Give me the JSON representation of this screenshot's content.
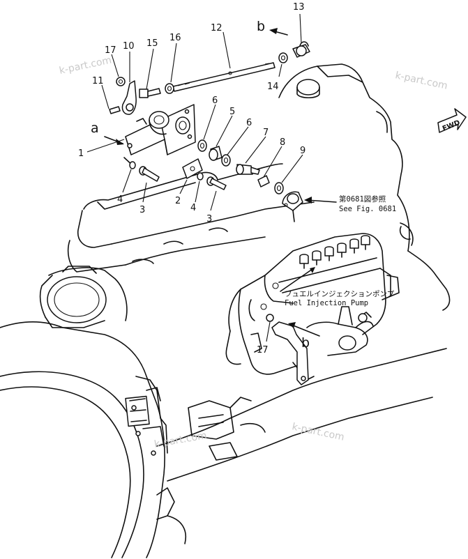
{
  "callouts": {
    "c1": "1",
    "c2": "2",
    "c3a": "3",
    "c3b": "3",
    "c4a": "4",
    "c4b": "4",
    "c5": "5",
    "c6a": "6",
    "c6b": "6",
    "c7": "7",
    "c8": "8",
    "c9": "9",
    "c10": "10",
    "c11": "11",
    "c12": "12",
    "c13": "13",
    "c14": "14",
    "c15": "15",
    "c16": "16",
    "c17a": "17",
    "c17b": "17"
  },
  "view_letters": {
    "a": "a",
    "b_top": "b",
    "b_bottom": "b"
  },
  "notes": {
    "see_fig_jp": "第0681図参照",
    "see_fig_en": "See Fig. 0681",
    "pump_jp": "フュエルインジェクションポンプ",
    "pump_en": "Fuel Injection Pump"
  },
  "direction": {
    "fwd": "FWD"
  },
  "watermarks": {
    "w1": "k-part.com",
    "w2": "k-part.com",
    "w3": "k-part.com",
    "w4": "k-part.com"
  }
}
